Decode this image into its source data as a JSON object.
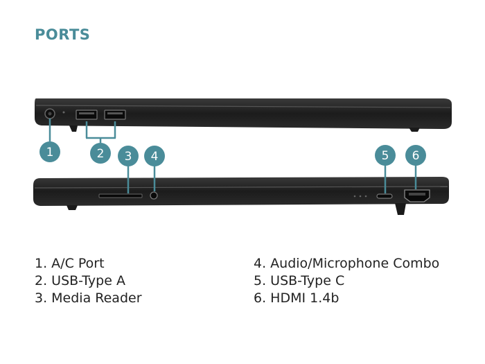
{
  "title": "PORTS",
  "badge_color": "#4a8c99",
  "title_color": "#4a8c99",
  "badges": [
    "1",
    "2",
    "3",
    "4",
    "5",
    "6"
  ],
  "legend_left": [
    "1. A/C Port",
    "2. USB-Type A",
    "3. Media Reader"
  ],
  "legend_right": [
    "4. Audio/Microphone Combo",
    "5. USB-Type C",
    "6. HDMI 1.4b"
  ]
}
